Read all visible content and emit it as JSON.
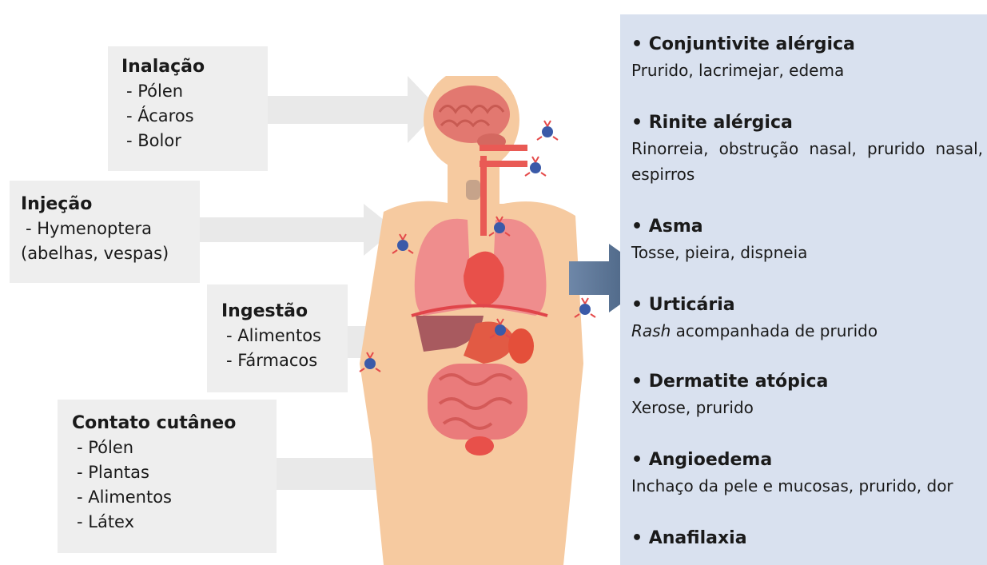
{
  "routes": [
    {
      "title": "Inalação",
      "items": [
        "- Pólen",
        "- Ácaros",
        "- Bolor"
      ]
    },
    {
      "title": "Injeção",
      "items": [
        "- Hymenoptera",
        "(abelhas, vespas)"
      ]
    },
    {
      "title": "Ingestão",
      "items": [
        "- Alimentos",
        "- Fármacos"
      ]
    },
    {
      "title": "Contato cutâneo",
      "items": [
        "- Pólen",
        "- Plantas",
        "- Alimentos",
        "- Látex"
      ]
    }
  ],
  "reactions": [
    {
      "name": "Conjuntivite alérgica",
      "symptoms": "Prurido, lacrimejar, edema"
    },
    {
      "name": "Rinite alérgica",
      "symptoms": "Rinorreia, obstrução nasal, prurido nasal, espirros"
    },
    {
      "name": "Asma",
      "symptoms": "Tosse, pieira, dispneia"
    },
    {
      "name": "Urticária",
      "symptoms_italic": "Rash",
      "symptoms": " acompanhada de prurido"
    },
    {
      "name": "Dermatite atópica",
      "symptoms": "Xerose, prurido"
    },
    {
      "name": "Angioedema",
      "symptoms": "Inchaço da pele e mucosas, prurido, dor"
    },
    {
      "name": "Anafilaxia",
      "symptoms": ""
    }
  ],
  "bullet": "•",
  "colors": {
    "route_box": "#eeeeee",
    "arrow": "#e9e9e9",
    "panel": "#d9e1ef",
    "skin": "#f6caa0",
    "organs": "#e8504a",
    "main_arrow": "#4f6788"
  },
  "icons": [
    "brain-icon",
    "lungs-icon",
    "heart-icon",
    "stomach-icon",
    "intestines-icon",
    "immune-cell-icon"
  ]
}
